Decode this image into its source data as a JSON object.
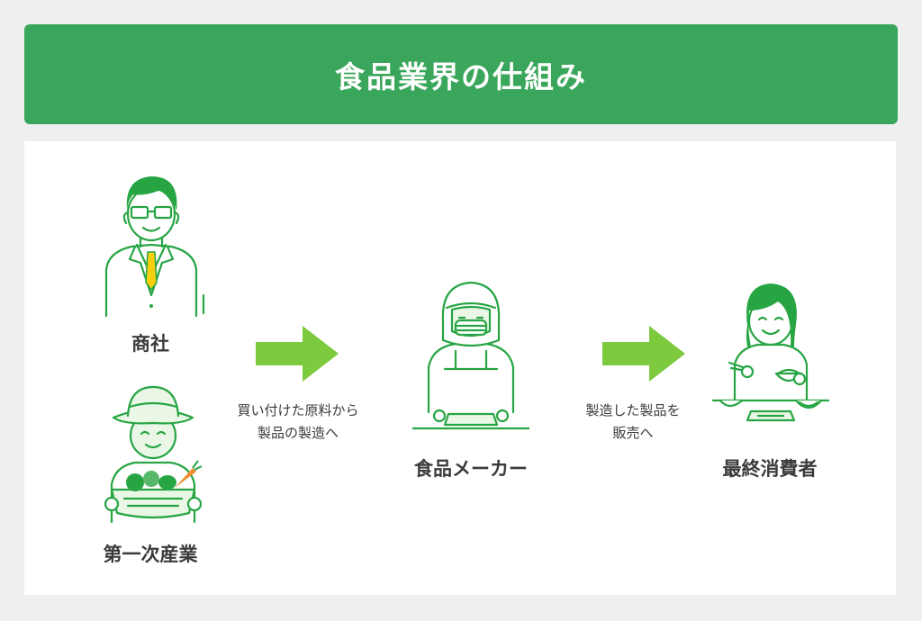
{
  "title": "食品業界の仕組み",
  "nodes": {
    "trading": "商社",
    "primary": "第一次産業",
    "maker": "食品メーカー",
    "consumer": "最終消費者"
  },
  "edges": {
    "to_maker": [
      "買い付けた原料から",
      "製品の製造へ"
    ],
    "to_consumer": [
      "製造した製品を",
      "販売へ"
    ]
  },
  "colors": {
    "banner": "#3aa65b",
    "arrow": "#7dca3e",
    "line": "#27a543",
    "fill": "#eaf7e7",
    "tie": "#f5cf10"
  }
}
